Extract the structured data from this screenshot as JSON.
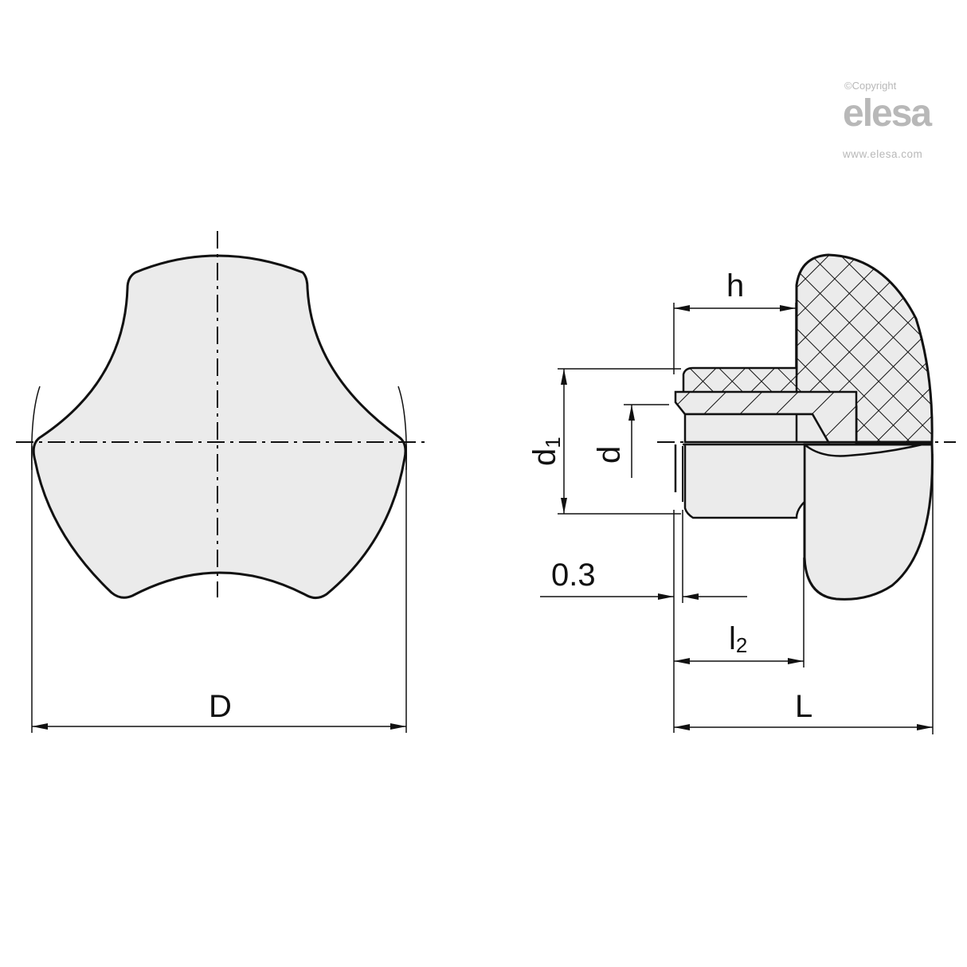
{
  "watermark": {
    "copyright": "©Copyright",
    "brand": "elesa",
    "url": "www.elesa.com"
  },
  "front_view": {
    "dimensions": {
      "diameter": "D"
    }
  },
  "side_view": {
    "dimensions": {
      "hub_length": "h",
      "outer_diameter": "d",
      "outer_diameter_sub": "1",
      "bore_diameter": "d",
      "clearance": "0.3",
      "insert_length": "l",
      "insert_length_sub": "2",
      "overall_length": "L"
    }
  },
  "colors": {
    "line": "#111111",
    "fill": "#ebebeb",
    "watermark": "#b8b8b8"
  }
}
